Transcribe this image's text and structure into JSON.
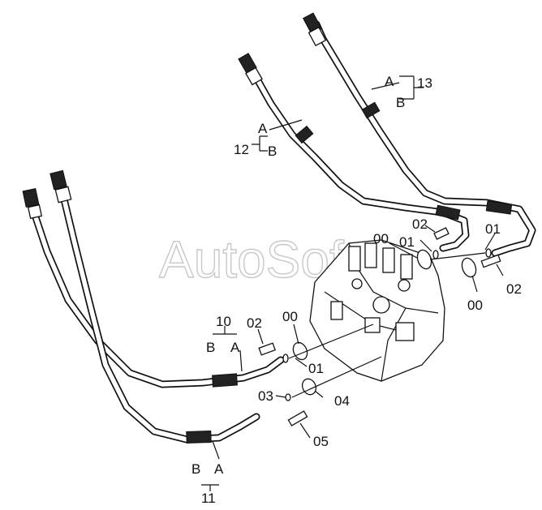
{
  "watermark": "AutoSoft",
  "labels": {
    "hose_13": "13",
    "hose_13_a": "A",
    "hose_13_b": "B",
    "hose_12": "12",
    "hose_12_a": "A",
    "hose_12_b": "B",
    "hose_10": "10",
    "hose_10_b": "B",
    "hose_10_a": "A",
    "hose_11": "11",
    "hose_11_b": "B",
    "hose_11_a": "A",
    "upper_02": "02",
    "upper_00": "00",
    "upper_01": "01",
    "right_01": "01",
    "right_02": "02",
    "right_00": "00",
    "mid_02": "02",
    "mid_00": "00",
    "mid_01": "01",
    "lower_03": "03",
    "lower_04": "04",
    "lower_05": "05"
  }
}
